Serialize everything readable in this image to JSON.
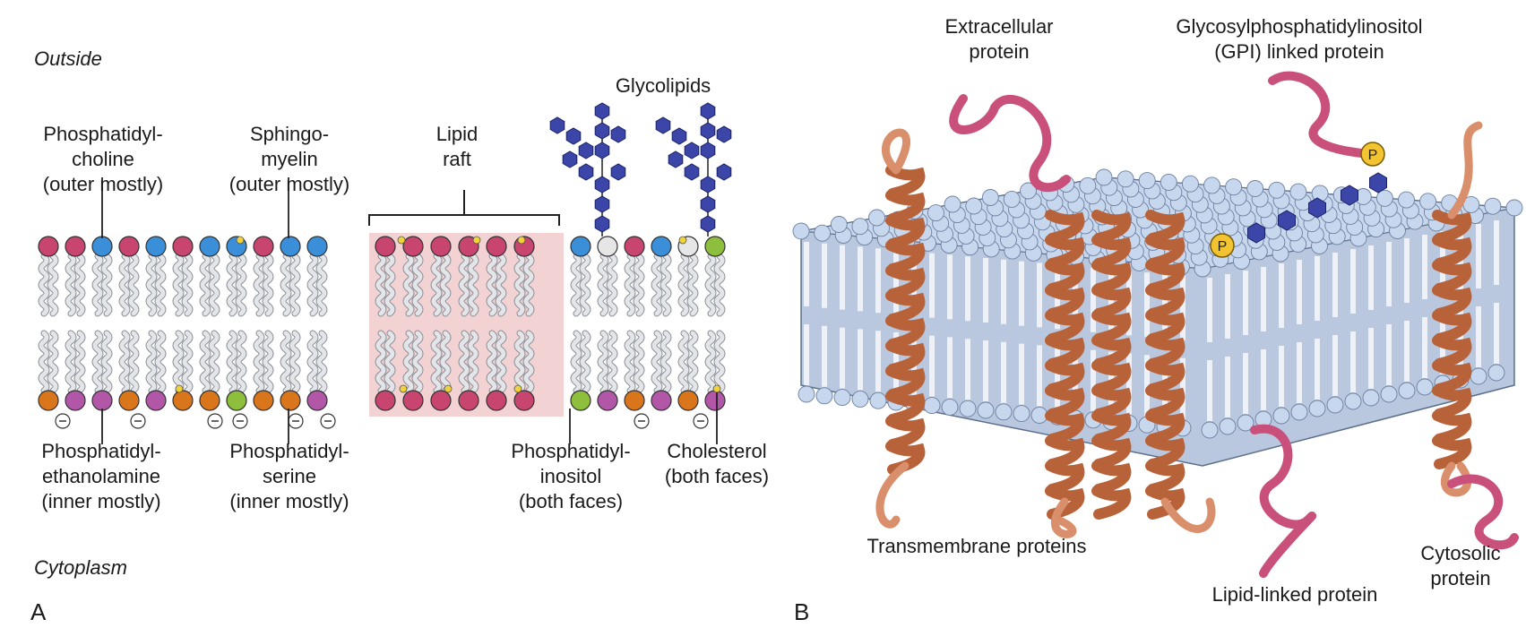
{
  "panel_a": {
    "letter": "A",
    "outside": "Outside",
    "cytoplasm": "Cytoplasm",
    "glycolipids": "Glycolipids",
    "lipid_raft": [
      "Lipid",
      "raft"
    ],
    "phosphatidylcholine": [
      "Phosphatidyl-",
      "choline",
      "(outer mostly)"
    ],
    "sphingomyelin": [
      "Sphingo-",
      "myelin",
      "(outer mostly)"
    ],
    "phosphatidylethanolamine": [
      "Phosphatidyl-",
      "ethanolamine",
      "(inner mostly)"
    ],
    "phosphatidylserine": [
      "Phosphatidyl-",
      "serine",
      "(inner mostly)"
    ],
    "phosphatidylinositol": [
      "Phosphatidyl-",
      "inositol",
      "(both faces)"
    ],
    "cholesterol": [
      "Cholesterol",
      "(both faces)"
    ],
    "charge_symbol": "−"
  },
  "panel_b": {
    "letter": "B",
    "extracellular_protein": [
      "Extracellular",
      "protein"
    ],
    "gpi_protein": [
      "Glycosylphosphatidylinositol",
      "(GPI) linked protein"
    ],
    "transmembrane_proteins": "Transmembrane proteins",
    "lipid_linked_protein": "Lipid-linked protein",
    "cytosolic_protein": [
      "Cytosolic",
      "protein"
    ],
    "phosphate_symbol": "P"
  },
  "colors": {
    "choline": "#c8456f",
    "sphingomyelin": "#c8456f",
    "phosphatidylserine_blue": "#3a8fd8",
    "ethanolamine": "#d9761c",
    "serine_purple": "#b257a8",
    "inositol": "#8dbf3c",
    "cholesterol": "#f0d23a",
    "glycan": "#3b46a8",
    "raft": "#f3d2d4",
    "tail": "#e3e5e8",
    "helix": "#b8623a",
    "protein_pink": "#c9507a",
    "head_b": "#c7d7ee"
  }
}
